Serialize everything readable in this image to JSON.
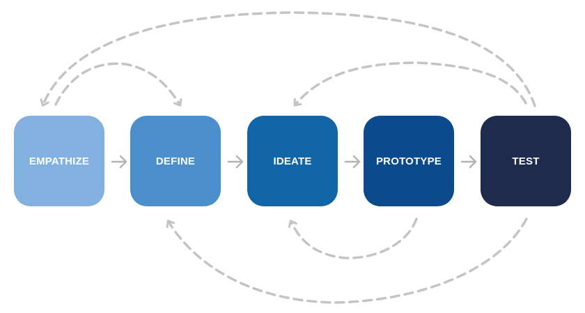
{
  "stages": [
    {
      "label": "EMPATHIZE",
      "color": "#82b1e0"
    },
    {
      "label": "DEFINE",
      "color": "#4a8fcb"
    },
    {
      "label": "IDEATE",
      "color": "#1166a8"
    },
    {
      "label": "PROTOTYPE",
      "color": "#0b4a8c"
    },
    {
      "label": "TEST",
      "color": "#1f2b4d"
    }
  ],
  "colors": {
    "arrow": "#b4b4b4",
    "loop": "#c4c4c4",
    "text": "#ffffff",
    "background": "#ffffff"
  }
}
